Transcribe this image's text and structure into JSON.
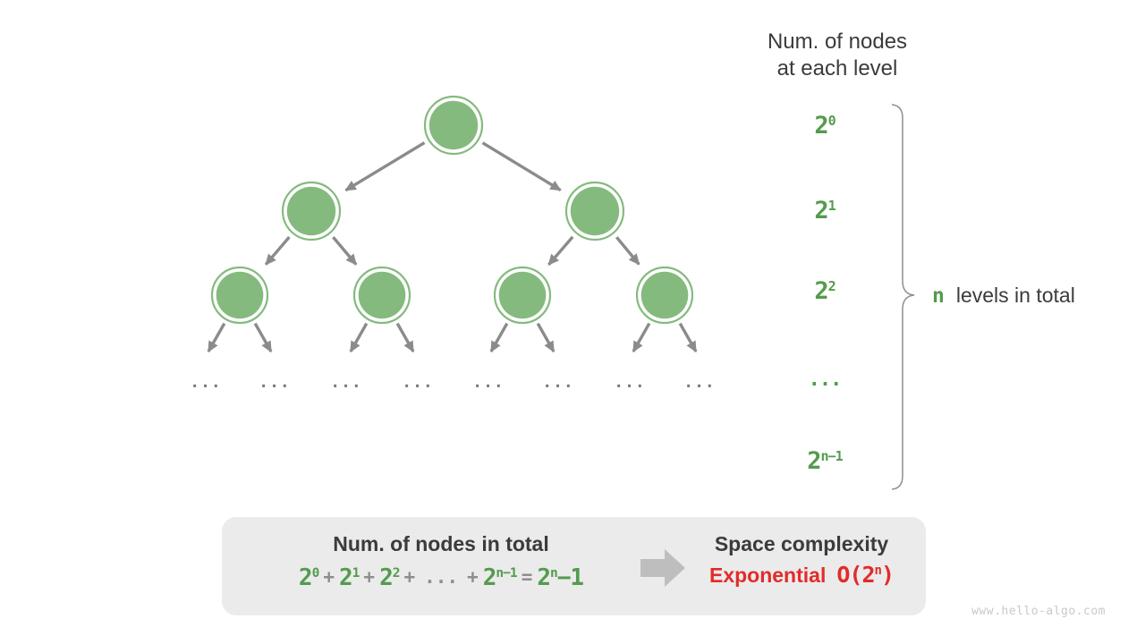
{
  "header": {
    "line1": "Num. of nodes",
    "line2": "at each level"
  },
  "levels": [
    {
      "base": "2",
      "sup": "0"
    },
    {
      "base": "2",
      "sup": "1"
    },
    {
      "base": "2",
      "sup": "2"
    },
    {
      "dots": "..."
    },
    {
      "base": "2",
      "sup": "n−1"
    }
  ],
  "brace_note": {
    "n": "n",
    "label": "levels in total"
  },
  "tree": {
    "ellipsis": "..."
  },
  "box": {
    "total_title": "Num. of nodes in total",
    "formula": {
      "p0": {
        "base": "2",
        "sup": "0"
      },
      "p1": {
        "base": "2",
        "sup": "1"
      },
      "p2": {
        "base": "2",
        "sup": "2"
      },
      "pn": {
        "base": "2",
        "sup": "n−1"
      },
      "plus": "+",
      "dots": "...",
      "eq": "=",
      "result": {
        "base": "2",
        "sup": "n",
        "tail": "−1"
      }
    },
    "space_title": "Space complexity",
    "complexity": {
      "word": "Exponential",
      "o_open": "O(2",
      "o_sup": "n",
      "o_close": ")"
    }
  },
  "watermark": "www.hello-algo.com",
  "colors": {
    "node_green": "#85ba7e",
    "green_text": "#549b4e",
    "edge_gray": "#8b8b8b",
    "dark_text": "#3b3b3b",
    "red": "#e22b2b",
    "box_bg": "#ebebeb",
    "block_arrow": "#bebebe",
    "watermark": "#c9c9c9"
  }
}
